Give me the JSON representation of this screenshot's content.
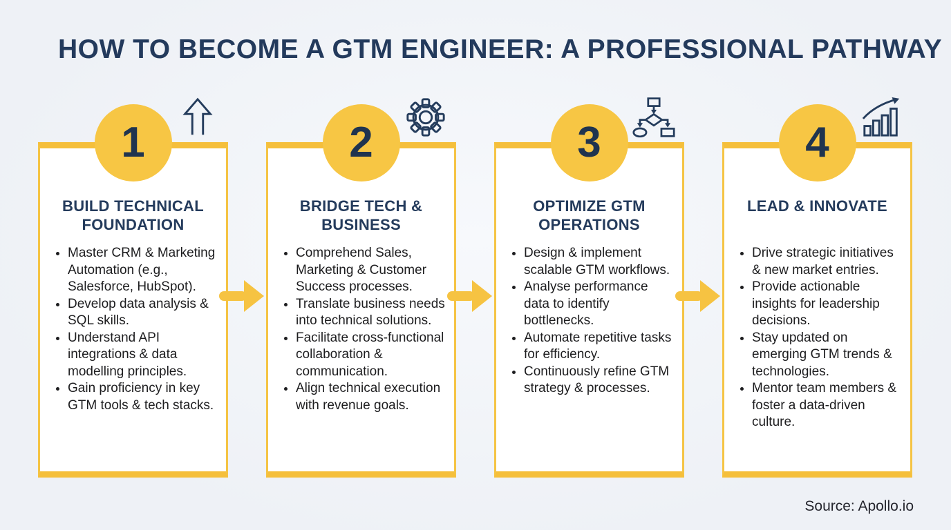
{
  "page": {
    "title": "HOW TO BECOME A GTM ENGINEER: A PROFESSIONAL PATHWAY",
    "source": "Source: Apollo.io"
  },
  "colors": {
    "accent_yellow": "#F5C03B",
    "navy": "#233A5C",
    "body_text": "#1D1D1F",
    "background": "#EEF2F7",
    "card_background": "#FFFFFF"
  },
  "steps": [
    {
      "number": "1",
      "icon": "up-arrow-icon",
      "title": "BUILD TECHNICAL FOUNDATION",
      "bullets": [
        "Master CRM & Marketing Automation (e.g., Salesforce, HubSpot).",
        "Develop data analysis & SQL skills.",
        "Understand API integrations & data modelling principles.",
        "Gain proficiency in key GTM tools & tech stacks."
      ]
    },
    {
      "number": "2",
      "icon": "gear-icon",
      "title": "BRIDGE TECH & BUSINESS",
      "bullets": [
        "Comprehend Sales, Marketing & Customer Success processes.",
        "Translate business needs into technical solutions.",
        "Facilitate cross-functional collaboration & communication.",
        "Align technical execution with revenue goals."
      ]
    },
    {
      "number": "3",
      "icon": "flowchart-icon",
      "title": "OPTIMIZE GTM OPERATIONS",
      "bullets": [
        "Design & implement scalable GTM workflows.",
        "Analyse performance data to identify bottlenecks.",
        "Automate repetitive tasks for efficiency.",
        "Continuously refine GTM strategy & processes."
      ]
    },
    {
      "number": "4",
      "icon": "growth-chart-icon",
      "title": "LEAD & INNOVATE",
      "bullets": [
        "Drive strategic initiatives & new market entries.",
        "Provide actionable insights for leadership decisions.",
        "Stay updated on emerging GTM trends & technologies.",
        "Mentor team members & foster a data-driven culture."
      ]
    }
  ]
}
